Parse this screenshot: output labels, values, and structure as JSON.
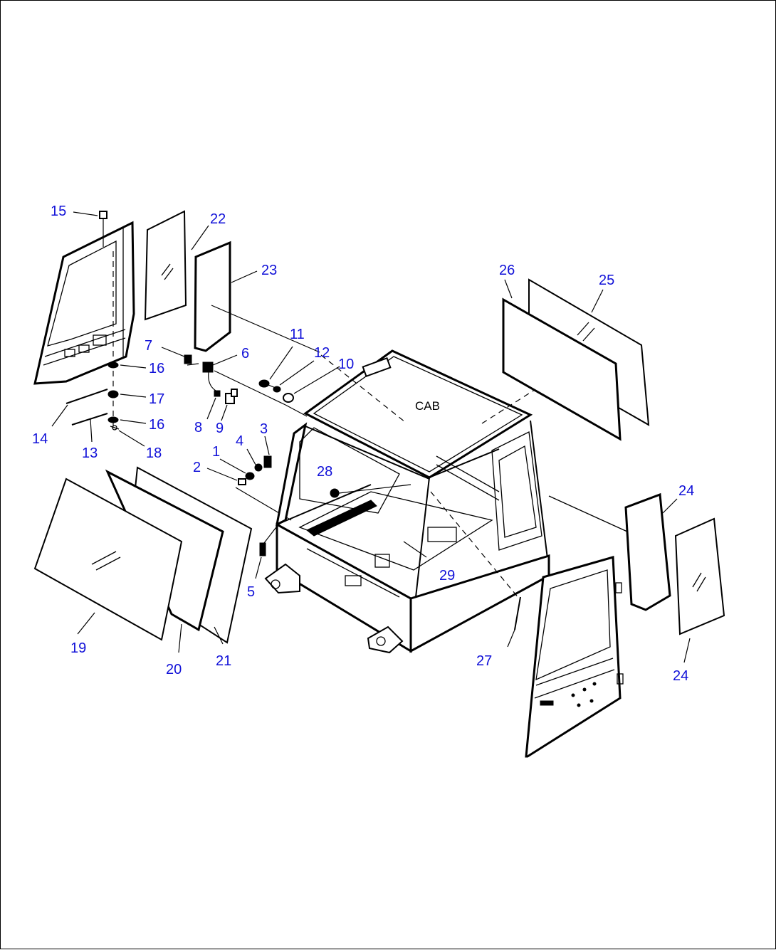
{
  "diagram": {
    "cab_label": "CAB",
    "callouts": [
      "1",
      "2",
      "3",
      "4",
      "5",
      "6",
      "7",
      "8",
      "9",
      "10",
      "11",
      "12",
      "13",
      "14",
      "15",
      "16",
      "16",
      "17",
      "18",
      "19",
      "20",
      "21",
      "22",
      "23",
      "24",
      "24",
      "25",
      "26",
      "27",
      "28",
      "29"
    ],
    "colors": {
      "callout_text": "#1010d8",
      "line_art": "#000000",
      "background": "#ffffff"
    }
  }
}
